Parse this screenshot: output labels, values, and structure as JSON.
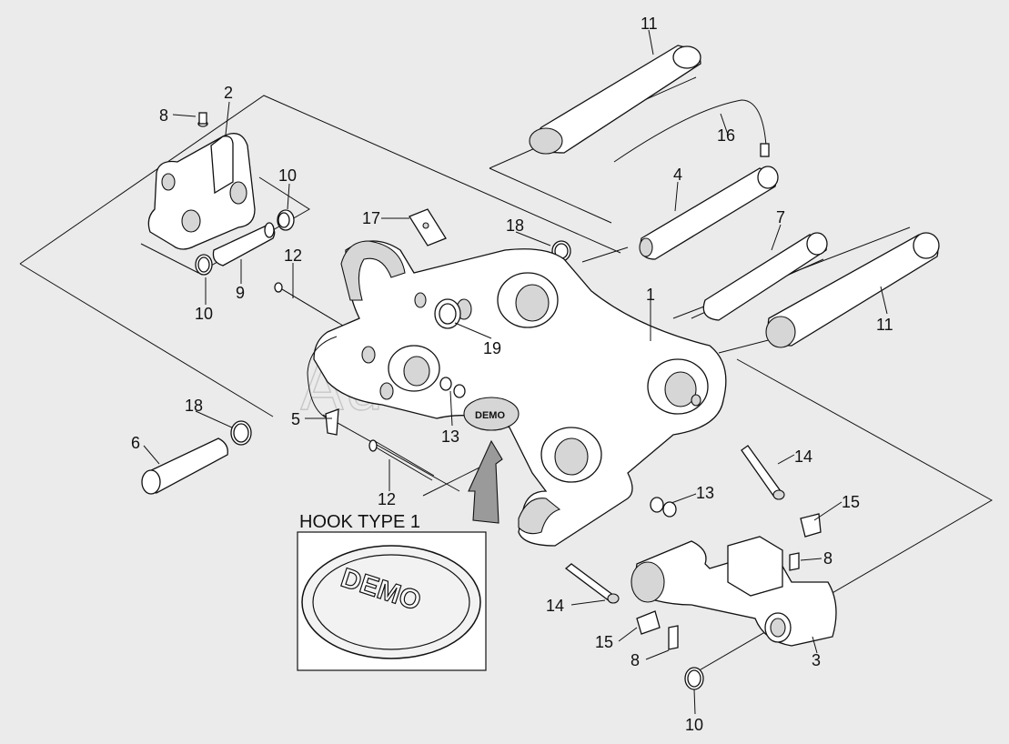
{
  "diagram": {
    "callouts": {
      "c1": "1",
      "c2": "2",
      "c3": "3",
      "c4": "4",
      "c5": "5",
      "c6": "6",
      "c7": "7",
      "c8a": "8",
      "c8b": "8",
      "c8c": "8",
      "c9": "9",
      "c10a": "10",
      "c10b": "10",
      "c10c": "10",
      "c11a": "11",
      "c11b": "11",
      "c12a": "12",
      "c12b": "12",
      "c13a": "13",
      "c13b": "13",
      "c14a": "14",
      "c14b": "14",
      "c15a": "15",
      "c15b": "15",
      "c16": "16",
      "c17": "17",
      "c18a": "18",
      "c18b": "18",
      "c19": "19"
    },
    "inset_title": "HOOK TYPE 1",
    "logo_text": "DEMO",
    "watermark": "AutoSoft"
  }
}
